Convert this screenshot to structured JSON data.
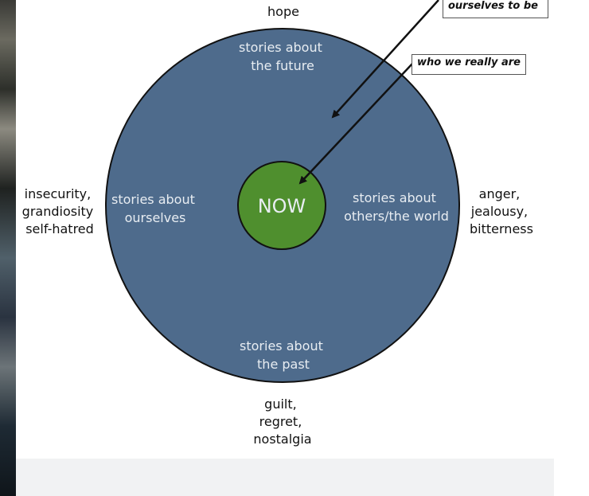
{
  "diagram": {
    "center_label": "NOW",
    "top_outside": "hope",
    "top_inside": [
      "stories about",
      "the future"
    ],
    "left_inside": [
      "stories about",
      "ourselves"
    ],
    "right_inside": [
      "stories about",
      "others/the world"
    ],
    "bottom_inside": [
      "stories about",
      "the past"
    ],
    "left_outside": [
      "insecurity,",
      "grandiosity",
      "self-hatred"
    ],
    "right_outside": [
      "anger,",
      "jealousy,",
      "bitterness"
    ],
    "bottom_outside": [
      "guilt,",
      "regret,",
      "nostalgia"
    ],
    "callout_top": "ourselves to be",
    "callout_mid": "who we really are"
  },
  "colors": {
    "outer_circle": "#4e6b8c",
    "outer_circle_stroke": "#111111",
    "inner_circle": "#4f8f2e",
    "text_on_circle": "#e8edf2",
    "text_outside": "#111111",
    "arrow": "#111111"
  }
}
